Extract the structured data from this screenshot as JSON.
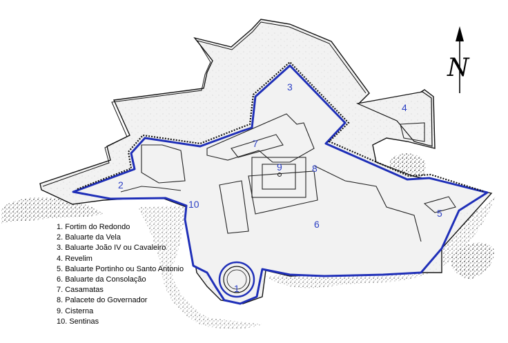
{
  "north_label": "N",
  "colors": {
    "wall": "#1f2fb8",
    "fill": "#f2f2f2",
    "ink": "#111111",
    "label": "#2b3fc4"
  },
  "map_numbers": [
    "1",
    "2",
    "3",
    "4",
    "5",
    "6",
    "7",
    "8",
    "9",
    "10"
  ],
  "legend": [
    "1. Fortim do Redondo",
    "2. Baluarte da Vela",
    "3. Baluarte João IV ou Cavaleiro",
    "4. Revelim",
    "5. Baluarte Portinho ou Santo Antonio",
    "6. Baluarte da Consolação",
    "7. Casamatas",
    "8. Palacete do Governador",
    "9. Cisterna",
    "10. Sentinas"
  ]
}
